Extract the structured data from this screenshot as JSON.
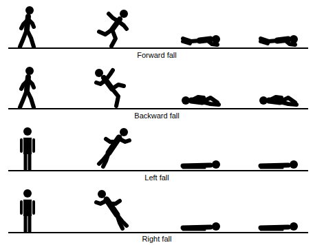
{
  "diagram": {
    "labels": [
      "Forward fall",
      "Backward fall",
      "Left fall",
      "Right fall"
    ]
  }
}
